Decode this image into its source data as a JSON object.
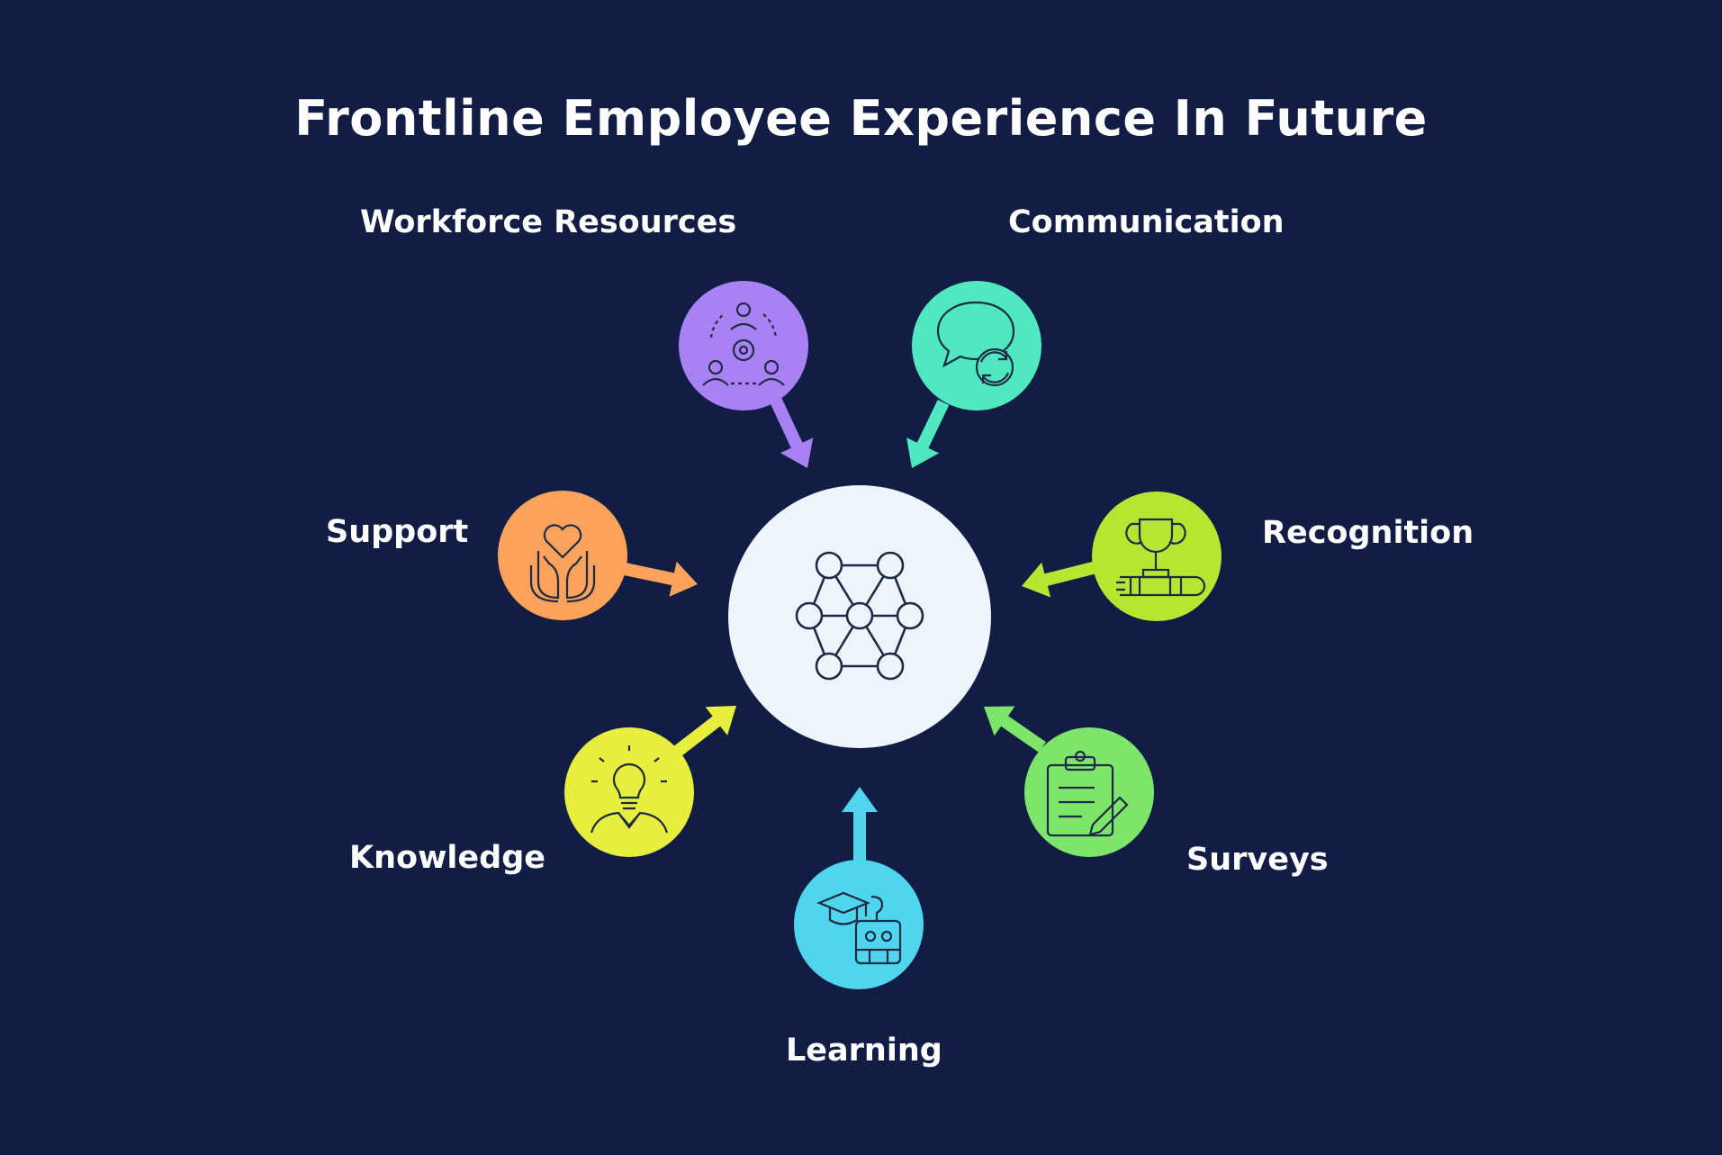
{
  "title": "Frontline Employee Experience In Future",
  "hub": {
    "icon": "network-hexagon-icon",
    "color": "#eef5fc"
  },
  "nodes": [
    {
      "id": "workforce-resources",
      "label": "Workforce Resources",
      "color": "#a882f4",
      "icon": "team-gear-icon"
    },
    {
      "id": "communication",
      "label": "Communication",
      "color": "#4fe8c0",
      "icon": "chat-refresh-icon"
    },
    {
      "id": "recognition",
      "label": "Recognition",
      "color": "#b6e632",
      "icon": "trophy-icon"
    },
    {
      "id": "surveys",
      "label": "Surveys",
      "color": "#7de66a",
      "icon": "clipboard-pen-icon"
    },
    {
      "id": "learning",
      "label": "Learning",
      "color": "#4fd6ee",
      "icon": "graduation-robot-icon"
    },
    {
      "id": "knowledge",
      "label": "Knowledge",
      "color": "#e6ee3e",
      "icon": "lightbulb-person-icon"
    },
    {
      "id": "support",
      "label": "Support",
      "color": "#fba35a",
      "icon": "heart-hands-icon"
    }
  ]
}
